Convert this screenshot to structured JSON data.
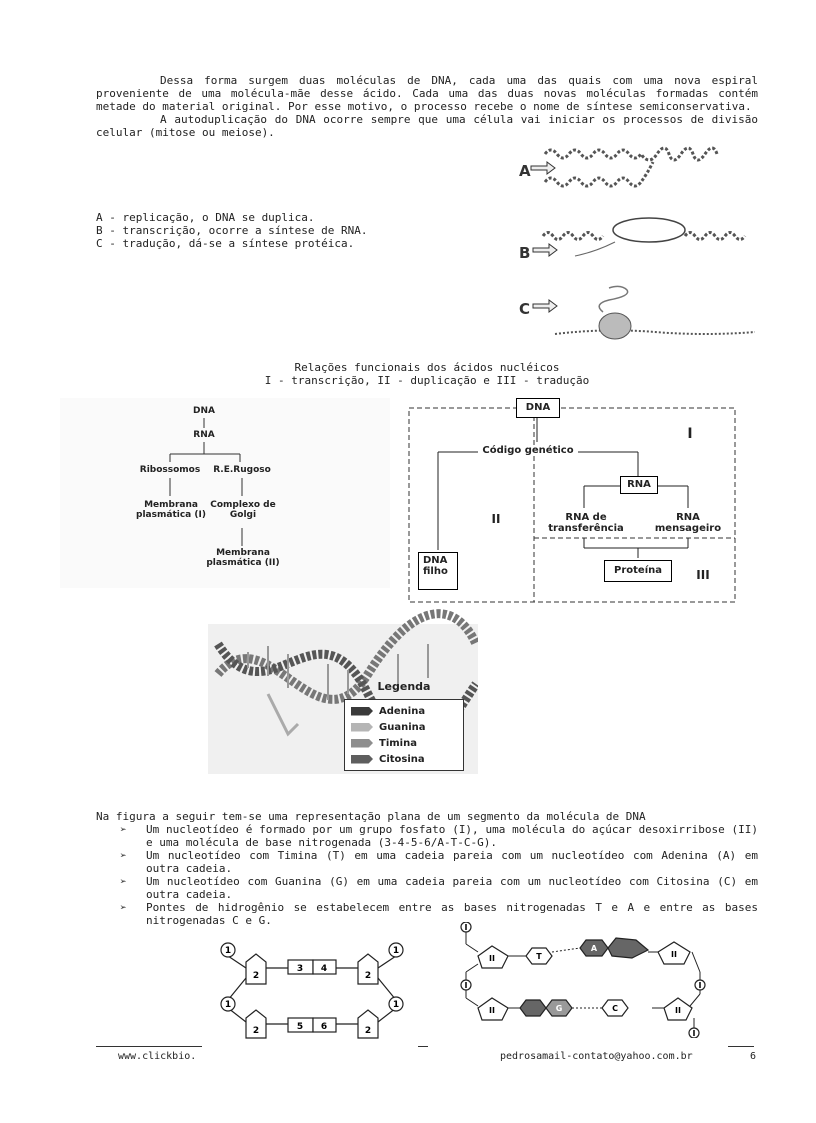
{
  "intro": {
    "p1": "Dessa forma surgem duas moléculas de DNA, cada uma das quais com uma nova espiral proveniente de uma molécula-mãe desse ácido. Cada uma das duas novas moléculas formadas contém metade do material original. Por esse motivo, o processo recebe o nome de síntese semiconservativa.",
    "p2": "A autoduplicação do DNA ocorre sempre que uma célula vai iniciar os processos de divisão celular (mitose ou meiose)."
  },
  "processes": [
    "A - replicação, o DNA se duplica.",
    "B - transcrição, ocorre a síntese de RNA.",
    "C - tradução, dá-se a síntese protéica."
  ],
  "process_figure": {
    "labels": [
      "A",
      "B",
      "C"
    ]
  },
  "relations": {
    "title": "Relações funcionais dos ácidos nucléicos",
    "subtitle": "I - transcrição, II - duplicação e III - tradução"
  },
  "left_flow": {
    "dna": "DNA",
    "rna": "RNA",
    "ribossomos": "Ribossomos",
    "re_rugoso": "R.E.Rugoso",
    "membrana1": "Membrana plasmática (I)",
    "complexo": "Complexo de Golgi",
    "membrana2": "Membrana plasmática (II)"
  },
  "right_flow": {
    "dna": "DNA",
    "codigo": "Código genético",
    "i": "I",
    "ii": "II",
    "iii": "III",
    "rna": "RNA",
    "rna_t": "RNA de transferência",
    "rna_m": "RNA mensageiro",
    "dna_filho": "DNA filho",
    "proteina": "Proteína"
  },
  "legend": {
    "title": "Legenda",
    "items": [
      {
        "label": "Adenina",
        "color": "#3a3a3a"
      },
      {
        "label": "Guanina",
        "color": "#b5b5b5"
      },
      {
        "label": "Timina",
        "color": "#8e8e8e"
      },
      {
        "label": "Citosina",
        "color": "#5e5e5e"
      }
    ]
  },
  "nucleotide_section": {
    "intro": "Na figura a seguir tem-se uma representação plana de um segmento da molécula de DNA",
    "bullets": [
      "Um nucleotídeo é formado por um grupo fosfato (I), uma molécula do açúcar desoxirribose (II) e uma molécula de base nitrogenada (3-4-5-6/A-T-C-G).",
      "Um nucleotídeo com Timina (T) em uma cadeia pareia com um nucleotídeo com Adenina (A) em outra cadeia.",
      "Um nucleotídeo com Guanina (G) em uma cadeia pareia com um nucleotídeo com Citosina (C) em outra cadeia.",
      "Pontes de hidrogênio se estabelecem entre as bases nitrogenadas T e A e entre as bases nitrogenadas C e G."
    ],
    "bullet_mark": "➢"
  },
  "diagram_left": {
    "phosphate": "1",
    "sugar": "2",
    "b3": "3",
    "b4": "4",
    "b5": "5",
    "b6": "6"
  },
  "diagram_right": {
    "phosphate": "I",
    "sugar": "II",
    "t": "T",
    "a": "A",
    "g": "G",
    "c": "C"
  },
  "footer": {
    "left": "www.clickbio.",
    "right": "pedrosamail-contato@yahoo.com.br",
    "page": "6"
  }
}
